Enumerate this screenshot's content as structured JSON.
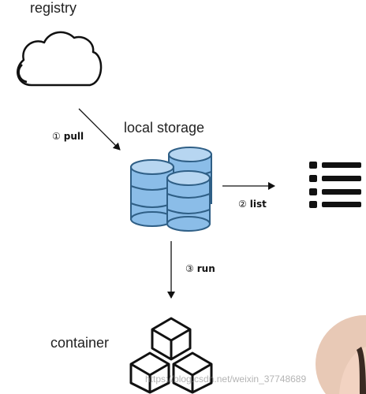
{
  "nodes": {
    "registry_label": "registry",
    "local_storage_label": "local storage",
    "container_label": "container"
  },
  "steps": {
    "pull": {
      "num": "①",
      "label": "pull"
    },
    "list": {
      "num": "②",
      "label": "list"
    },
    "run": {
      "num": "③",
      "label": "run"
    }
  },
  "watermark": "https://blog.csdn.net/weixin_37748689",
  "icons": {
    "registry": "cloud-icon",
    "storage": "database-icon",
    "list": "list-icon",
    "container": "cubes-icon"
  },
  "colors": {
    "database_fill": "#8bbde8",
    "database_stroke": "#2f5f86",
    "outline": "#111111",
    "avatar_skin": "#f2d3c2"
  }
}
